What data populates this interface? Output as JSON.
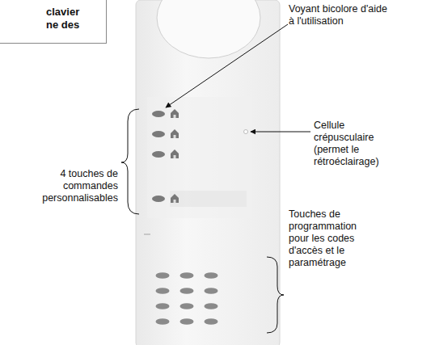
{
  "diagram": {
    "nodes": [
      {
        "text": [
          "clavier ne des"
        ]
      }
    ],
    "labels": [
      "Voyant bicolore d'aide à l'utilisation",
      "Cellule crépusculaire (permet le rétroéclairage)",
      "4 touches de commandes personnalisables",
      "Touches de programmation pour les codes d'accès et le paramétrage"
    ]
  }
}
